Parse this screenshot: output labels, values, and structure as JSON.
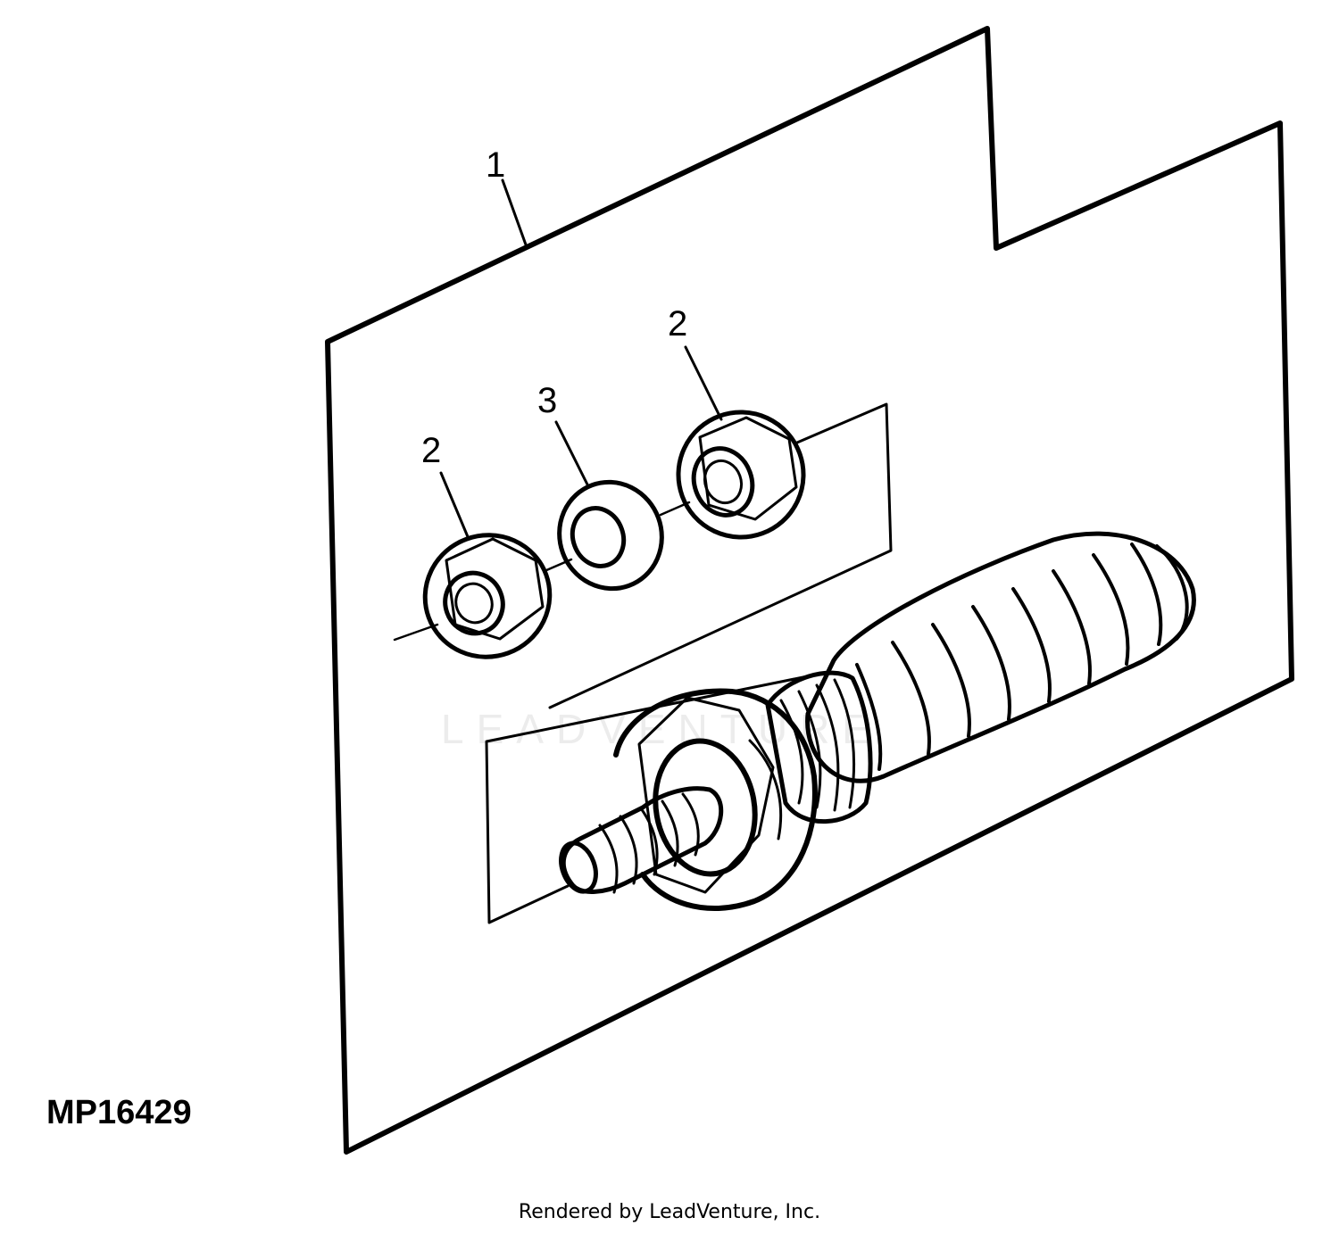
{
  "diagram": {
    "figure_id": "MP16429",
    "render_credit": "Rendered by LeadVenture, Inc.",
    "watermark": "LEADVENTURE",
    "callouts": [
      {
        "id": "callout-1",
        "text": "1"
      },
      {
        "id": "callout-2-left",
        "text": "2"
      },
      {
        "id": "callout-3",
        "text": "3"
      },
      {
        "id": "callout-2-right",
        "text": "2"
      }
    ],
    "colors": {
      "line": "#000000",
      "background": "#ffffff",
      "watermark": "#ececec"
    }
  }
}
